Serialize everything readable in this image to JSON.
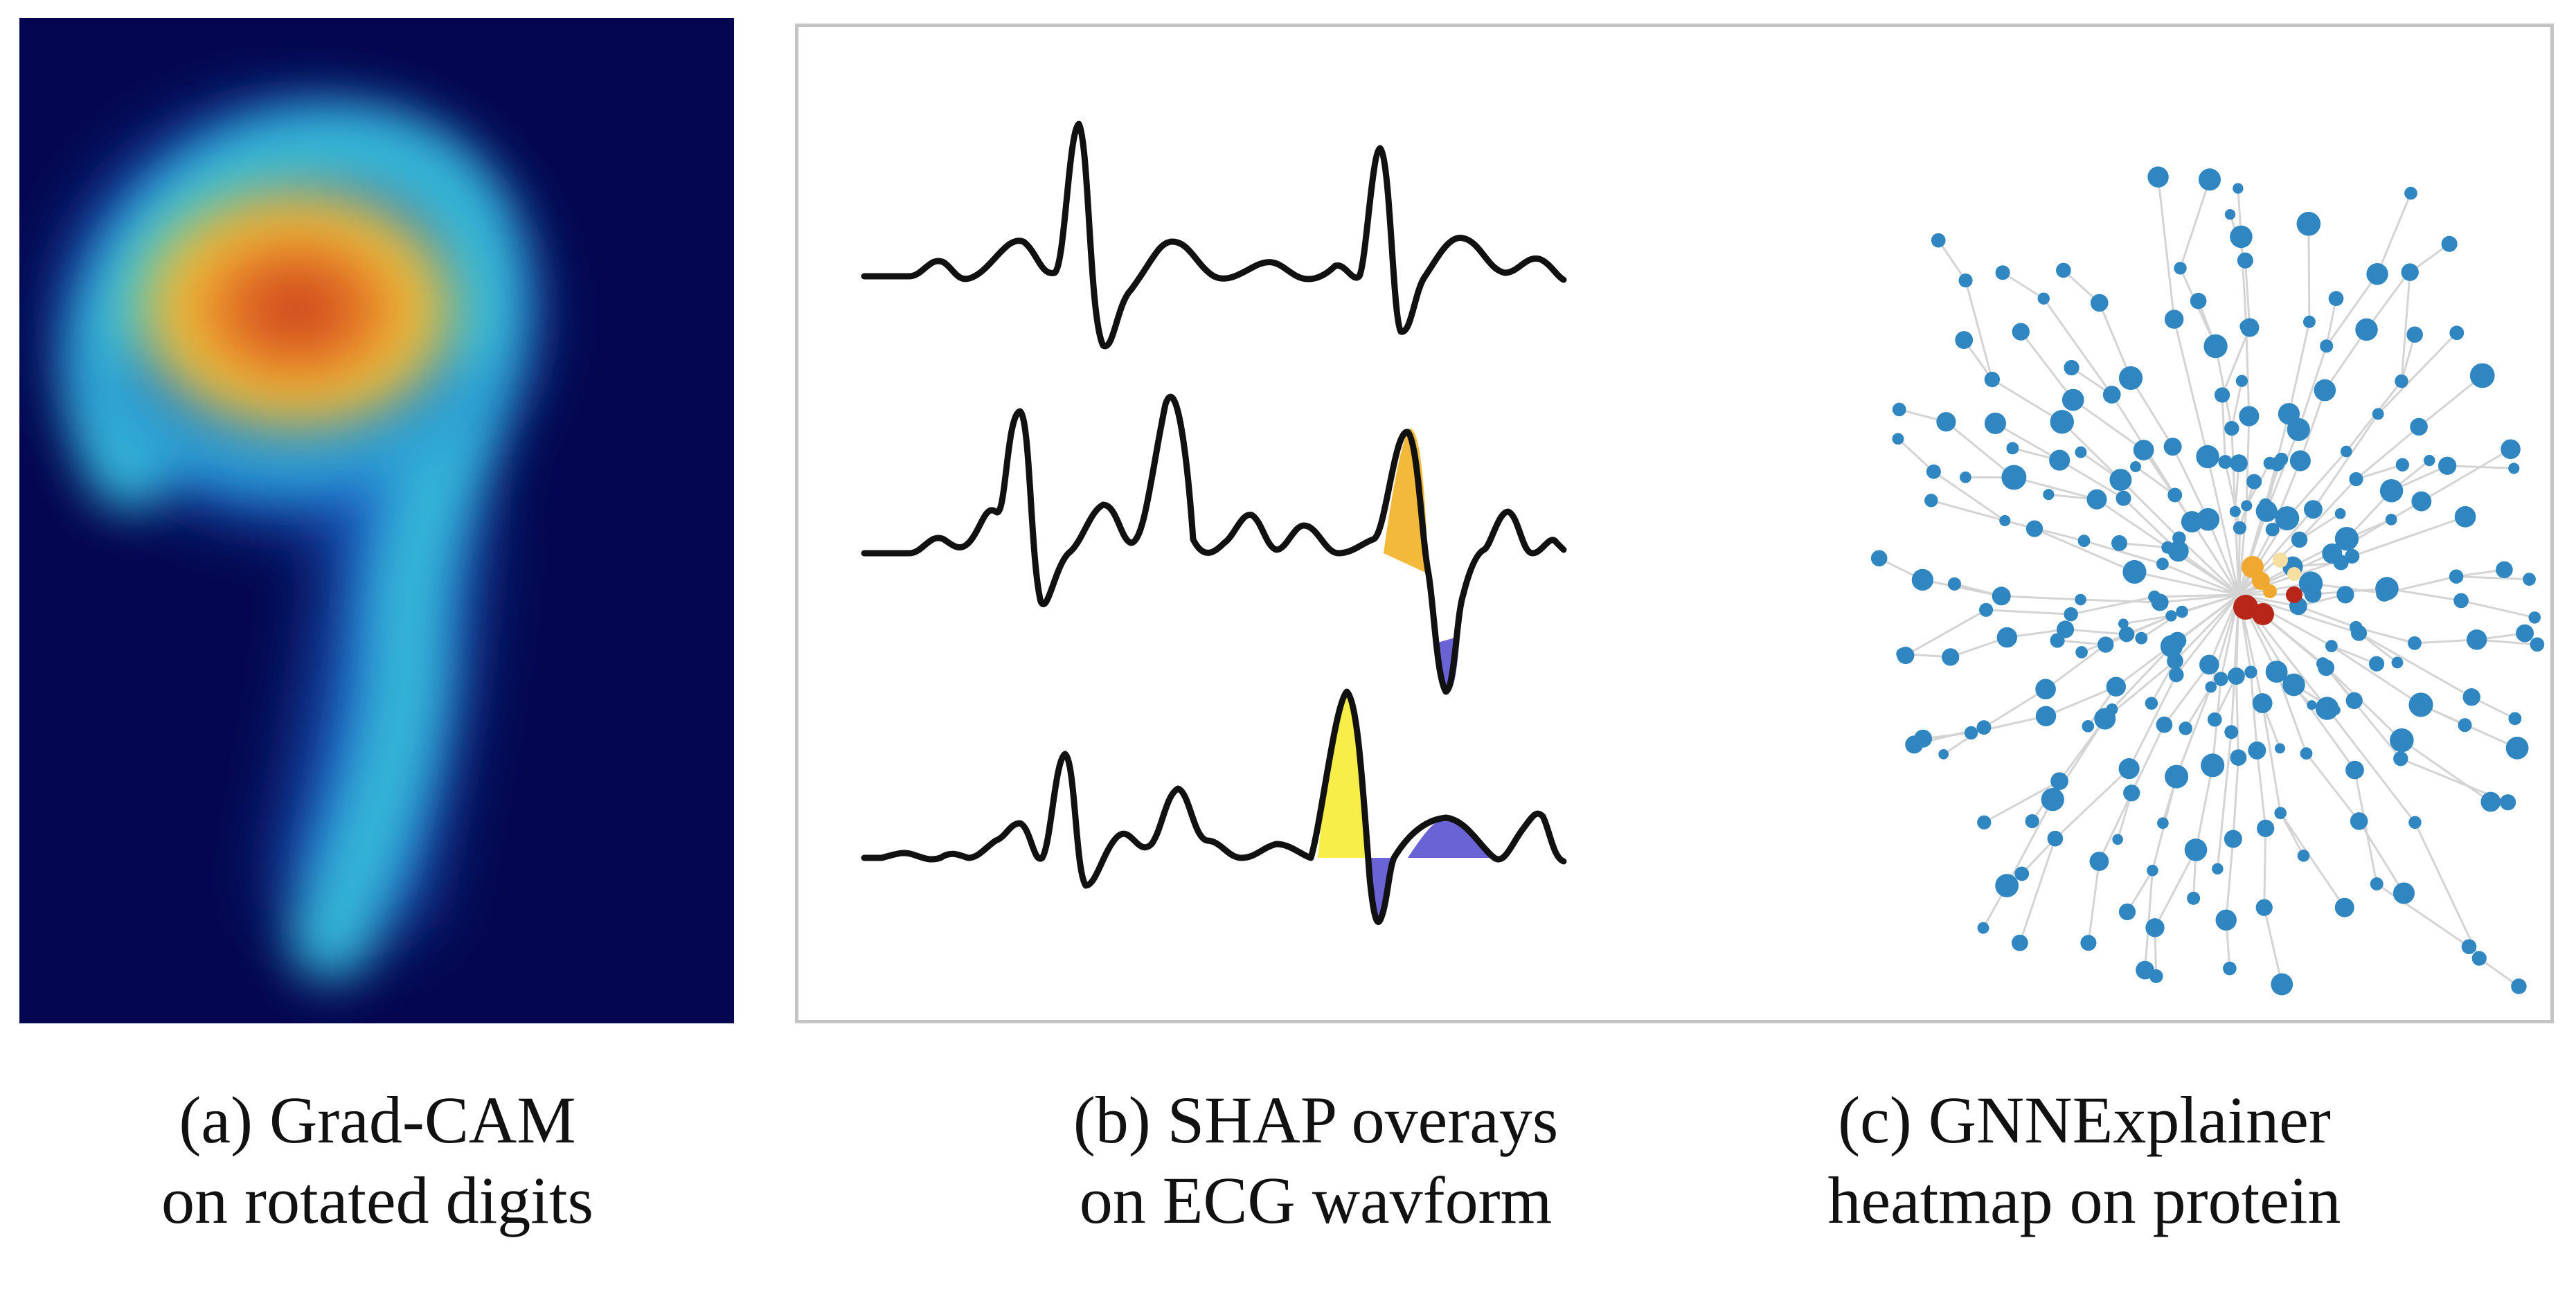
{
  "panels": [
    {
      "id": "a",
      "caption_line1": "(a) Grad-CAM",
      "caption_line2": "on rotated digits",
      "visual": "gradcam-heatmap",
      "colors": {
        "background": "#04064f",
        "hot": "#c8341a",
        "warm": "#f0d23a",
        "cool": "#3fc6dc"
      }
    },
    {
      "id": "b",
      "caption_line1": "(b) SHAP overays",
      "caption_line2": "on ECG wavform",
      "visual": "ecg-waveforms",
      "colors": {
        "trace": "#111111",
        "positive": "#f2b530",
        "positive_strong": "#f7ee4a",
        "negative": "#6a63d6"
      }
    },
    {
      "id": "c",
      "caption_line1": "(c) GNNExplainer",
      "caption_line2": "heatmap on protein",
      "visual": "protein-graph",
      "colors": {
        "node": "#2f86c0",
        "edge": "#d4d4d4",
        "important_high": "#b8261a",
        "important_mid": "#f0a830",
        "important_low": "#f6dfa0"
      }
    }
  ]
}
